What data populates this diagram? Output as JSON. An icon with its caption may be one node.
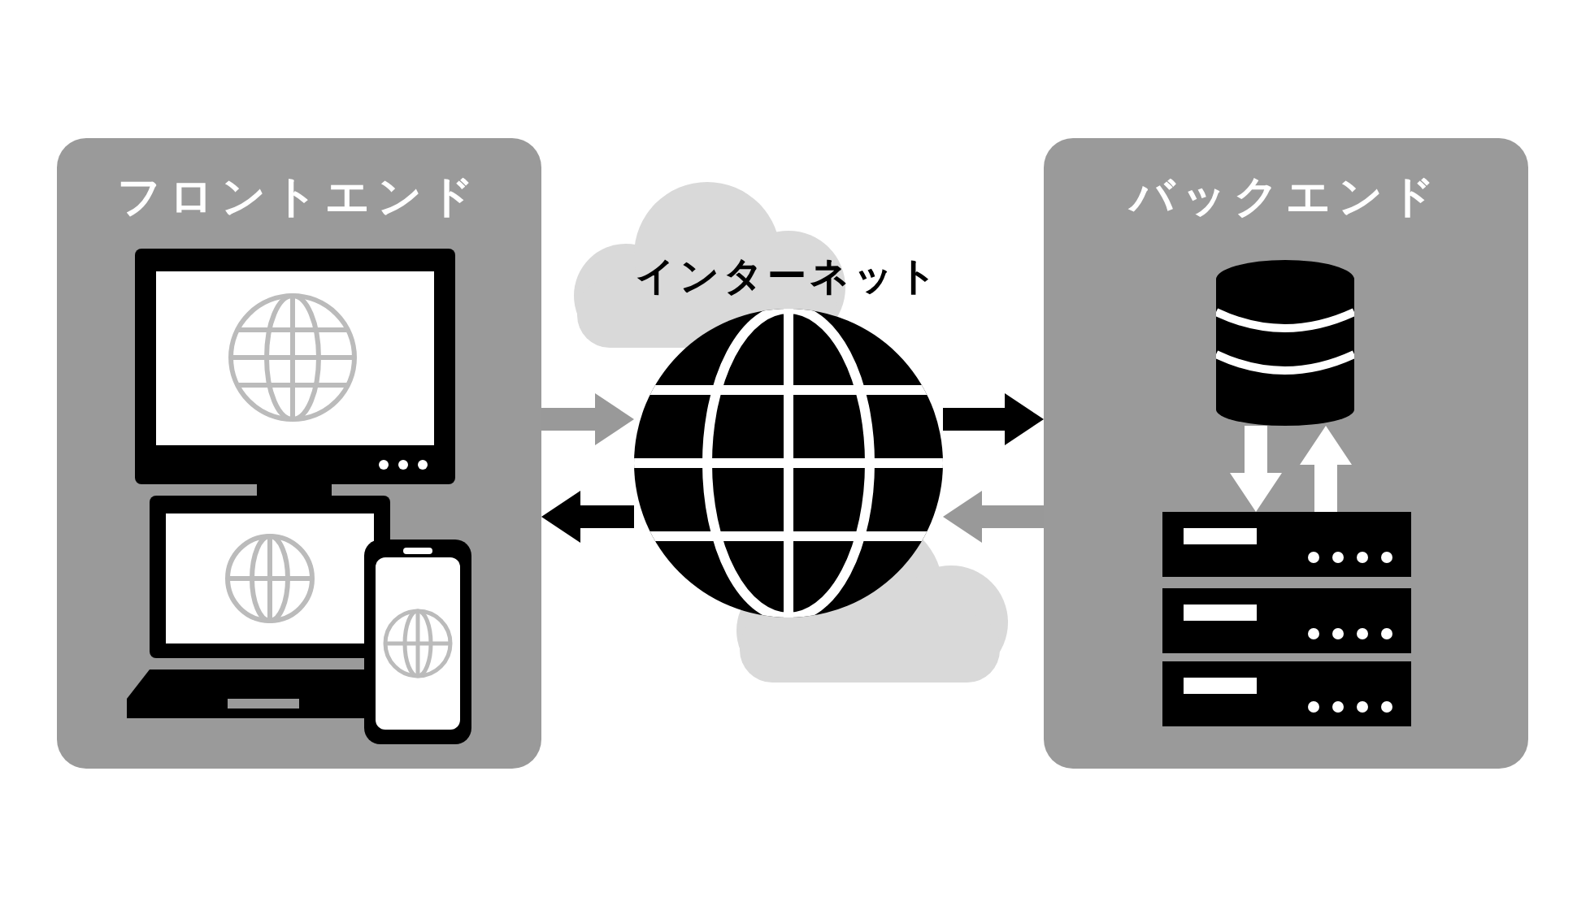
{
  "diagram": {
    "nodes": [
      {
        "text": [
          "フロントエンド"
        ]
      },
      {
        "text": [
          "インターネット"
        ]
      },
      {
        "text": [
          "バックエンド"
        ]
      },
      {
        "text": [],
        "shape": "cylinder",
        "in": 2
      },
      {
        "text": [],
        "shape": "picture",
        "in": 2
      }
    ],
    "edges": [
      {
        "from": 0,
        "to": 1,
        "arrow": "to",
        "color": "#999999"
      },
      {
        "from": 1,
        "to": 0,
        "arrow": "to",
        "color": "#000000"
      },
      {
        "from": 1,
        "to": 2,
        "arrow": "to",
        "color": "#000000"
      },
      {
        "from": 2,
        "to": 1,
        "arrow": "to",
        "color": "#999999"
      },
      {
        "from": 3,
        "to": 4,
        "arrow": "to",
        "color": "#ffffff"
      },
      {
        "from": 4,
        "to": 3,
        "arrow": "to",
        "color": "#ffffff"
      }
    ]
  }
}
